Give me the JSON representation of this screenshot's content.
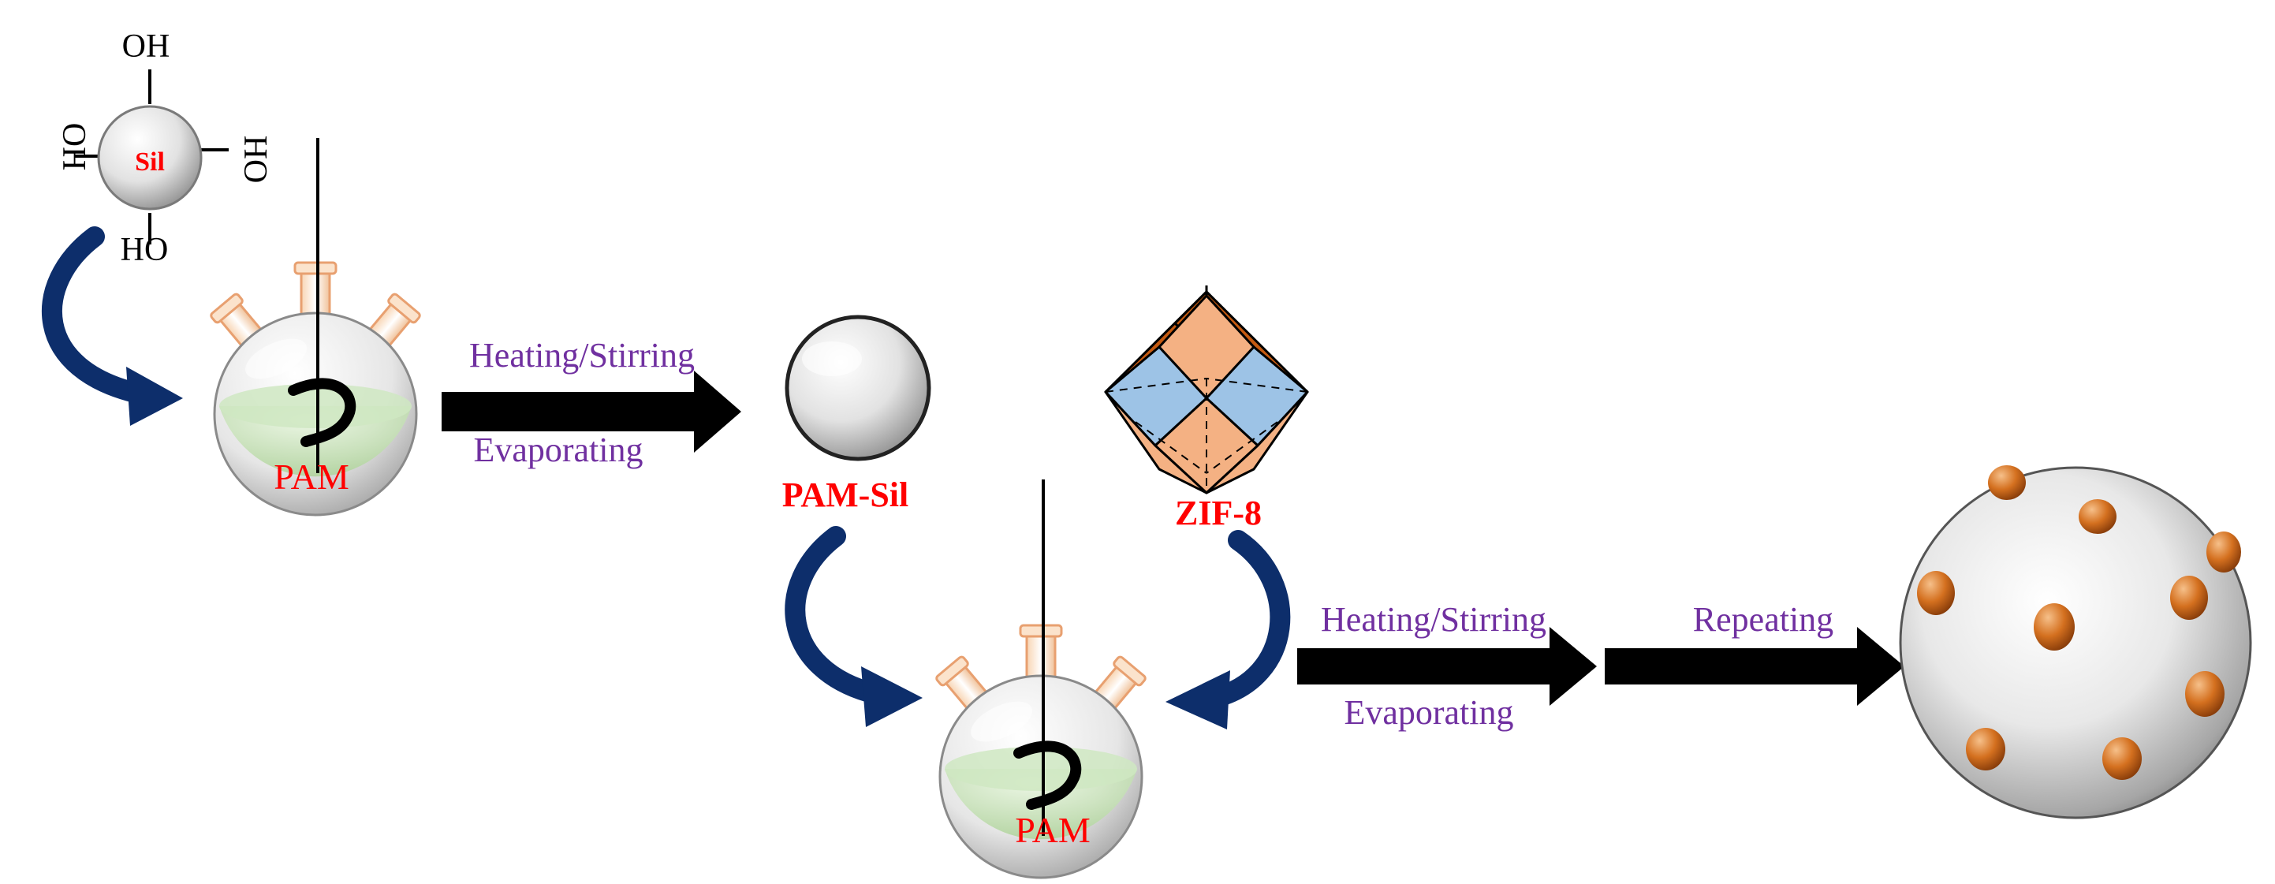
{
  "silica": {
    "label": "Sil",
    "oh_top": "OH",
    "oh_left": "OH",
    "oh_right": "HO",
    "oh_bottom": "HO"
  },
  "flask1": {
    "label": "PAM"
  },
  "flask2": {
    "label": "PAM"
  },
  "step1": {
    "top": "Heating/Stirring",
    "bottom": "Evaporating"
  },
  "step2": {
    "top": "Heating/Stirring",
    "bottom": "Evaporating"
  },
  "step3": {
    "top": "Repeating"
  },
  "pam_sil": {
    "label": "PAM-Sil"
  },
  "zif8": {
    "label": "ZIF-8"
  },
  "colors": {
    "text_step": "#7030a0",
    "text_label": "#ff0000",
    "arrow_curve": "#0d2e6b",
    "zif_orange": "#f4b183",
    "zif_blue": "#9dc3e6",
    "particle": "#c55a11"
  }
}
